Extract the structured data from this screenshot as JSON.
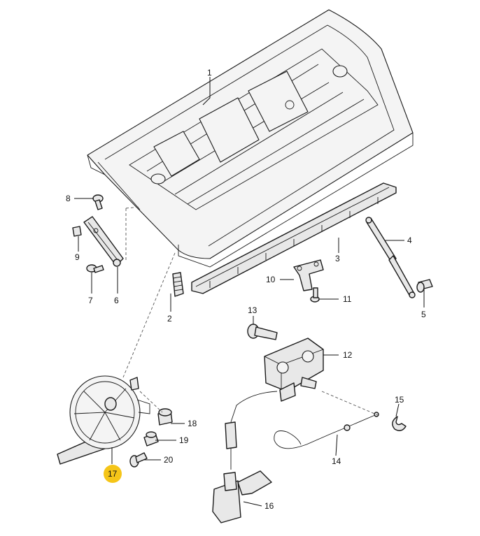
{
  "diagram": {
    "labels": [
      {
        "id": "1",
        "text": "1"
      },
      {
        "id": "2",
        "text": "2"
      },
      {
        "id": "3",
        "text": "3"
      },
      {
        "id": "4",
        "text": "4"
      },
      {
        "id": "5",
        "text": "5"
      },
      {
        "id": "6",
        "text": "6"
      },
      {
        "id": "7",
        "text": "7"
      },
      {
        "id": "8",
        "text": "8"
      },
      {
        "id": "9",
        "text": "9"
      },
      {
        "id": "10",
        "text": "10"
      },
      {
        "id": "11",
        "text": "11"
      },
      {
        "id": "12",
        "text": "12"
      },
      {
        "id": "13",
        "text": "13"
      },
      {
        "id": "14",
        "text": "14"
      },
      {
        "id": "15",
        "text": "15"
      },
      {
        "id": "16",
        "text": "16"
      },
      {
        "id": "17",
        "text": "17"
      },
      {
        "id": "18",
        "text": "18"
      },
      {
        "id": "19",
        "text": "19"
      },
      {
        "id": "20",
        "text": "20"
      }
    ],
    "highlighted_label": "17",
    "highlight_color": "#f5c518"
  }
}
